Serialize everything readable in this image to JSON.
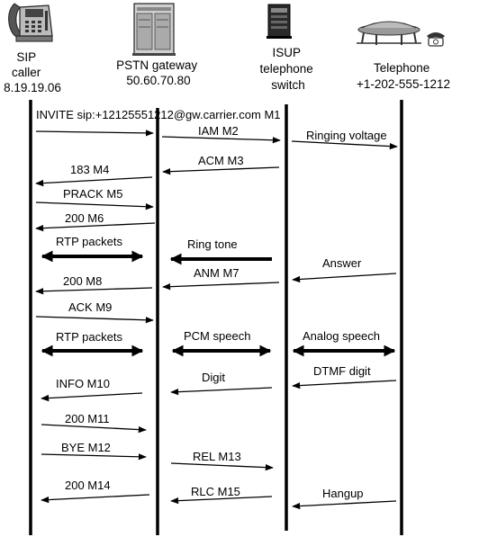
{
  "participants": [
    {
      "id": "sip",
      "lines": [
        "SIP",
        "caller",
        "8.19.19.06"
      ],
      "icon": "ip-phone-icon"
    },
    {
      "id": "gw",
      "lines": [
        "PSTN gateway",
        "50.60.70.80"
      ],
      "icon": "server-rack-icon"
    },
    {
      "id": "isup",
      "lines": [
        "ISUP",
        "telephone",
        "switch"
      ],
      "icon": "switch-cabinet-icon"
    },
    {
      "id": "tel",
      "lines": [
        "Telephone",
        "+1-202-555-1212"
      ],
      "icon": "telephone-network-icon"
    }
  ],
  "messages": [
    {
      "id": "m1",
      "label": "INVITE sip:+12125551212@gw.carrier.com  M1"
    },
    {
      "id": "m2",
      "label": "IAM M2"
    },
    {
      "id": "ring-voltage",
      "label": "Ringing voltage"
    },
    {
      "id": "m3",
      "label": "ACM M3"
    },
    {
      "id": "m4",
      "label": "183 M4"
    },
    {
      "id": "m5",
      "label": "PRACK M5"
    },
    {
      "id": "m6",
      "label": "200 M6"
    },
    {
      "id": "rtp1",
      "label": "RTP packets"
    },
    {
      "id": "ring-tone",
      "label": "Ring tone"
    },
    {
      "id": "answer",
      "label": "Answer"
    },
    {
      "id": "m7",
      "label": "ANM M7"
    },
    {
      "id": "m8",
      "label": "200 M8"
    },
    {
      "id": "m9",
      "label": "ACK M9"
    },
    {
      "id": "rtp2",
      "label": "RTP packets"
    },
    {
      "id": "pcm",
      "label": "PCM speech"
    },
    {
      "id": "analog",
      "label": "Analog speech"
    },
    {
      "id": "dtmf",
      "label": "DTMF digit"
    },
    {
      "id": "digit",
      "label": "Digit"
    },
    {
      "id": "m10",
      "label": "INFO M10"
    },
    {
      "id": "m11",
      "label": "200 M11"
    },
    {
      "id": "m12",
      "label": "BYE M12"
    },
    {
      "id": "m13",
      "label": "REL M13"
    },
    {
      "id": "m14",
      "label": "200 M14"
    },
    {
      "id": "m15",
      "label": "RLC M15"
    },
    {
      "id": "hangup",
      "label": "Hangup"
    }
  ]
}
